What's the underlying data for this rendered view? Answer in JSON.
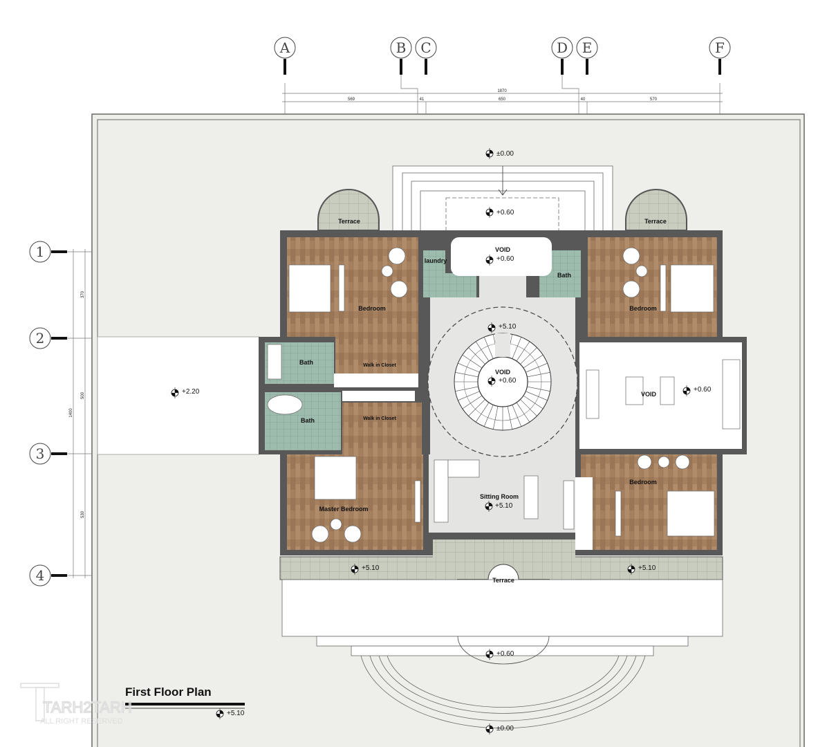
{
  "title": "First Floor Plan",
  "title_level": "+5.10",
  "watermark": {
    "brand": "TARH2TARH",
    "tagline": "ALL RIGHT RESERVED"
  },
  "grid_columns": [
    "A",
    "B",
    "C",
    "D",
    "E",
    "F"
  ],
  "grid_rows": [
    "1",
    "2",
    "3",
    "4"
  ],
  "dimensions": {
    "top_total": "1870",
    "top_segments": [
      "569",
      "41",
      "650",
      "40",
      "570"
    ],
    "left_total": "1400",
    "left_segments": [
      "370",
      "500",
      "530"
    ]
  },
  "rooms": {
    "terrace_left": "Terrace",
    "terrace_right": "Terrace",
    "void_top": "VOID",
    "laundry": "laundry",
    "bath_top_right": "Bath",
    "bedroom_top_left": "Bedroom",
    "bedroom_top_right": "Bedroom",
    "bath_left_1": "Bath",
    "bath_left_2": "Bath",
    "walk_in_closet_1": "Walk in Closet",
    "walk_in_closet_2": "Walk in Closet",
    "void_stair": "VOID",
    "void_right": "VOID",
    "master_bedroom": "Master Bedroom",
    "sitting_room": "Sitting Room",
    "bedroom_bottom_right": "Bedroom",
    "terrace_bottom": "Terrace"
  },
  "levels": {
    "entry_top": "±0.00",
    "porch_top": "+0.60",
    "void_top": "+0.60",
    "hall": "+5.10",
    "void_stair": "+0.60",
    "void_right": "+0.60",
    "left_roof": "+2.20",
    "sitting_room": "+5.10",
    "terrace_left": "+5.10",
    "terrace_right": "+5.10",
    "front_platform": "+0.60",
    "entry_bottom": "±0.00"
  },
  "colors": {
    "wood": "#a4805f",
    "marble": "#e4e4e2",
    "tile": "#9dbcae",
    "wall": "#585858",
    "sheet": "#eeeeea"
  }
}
